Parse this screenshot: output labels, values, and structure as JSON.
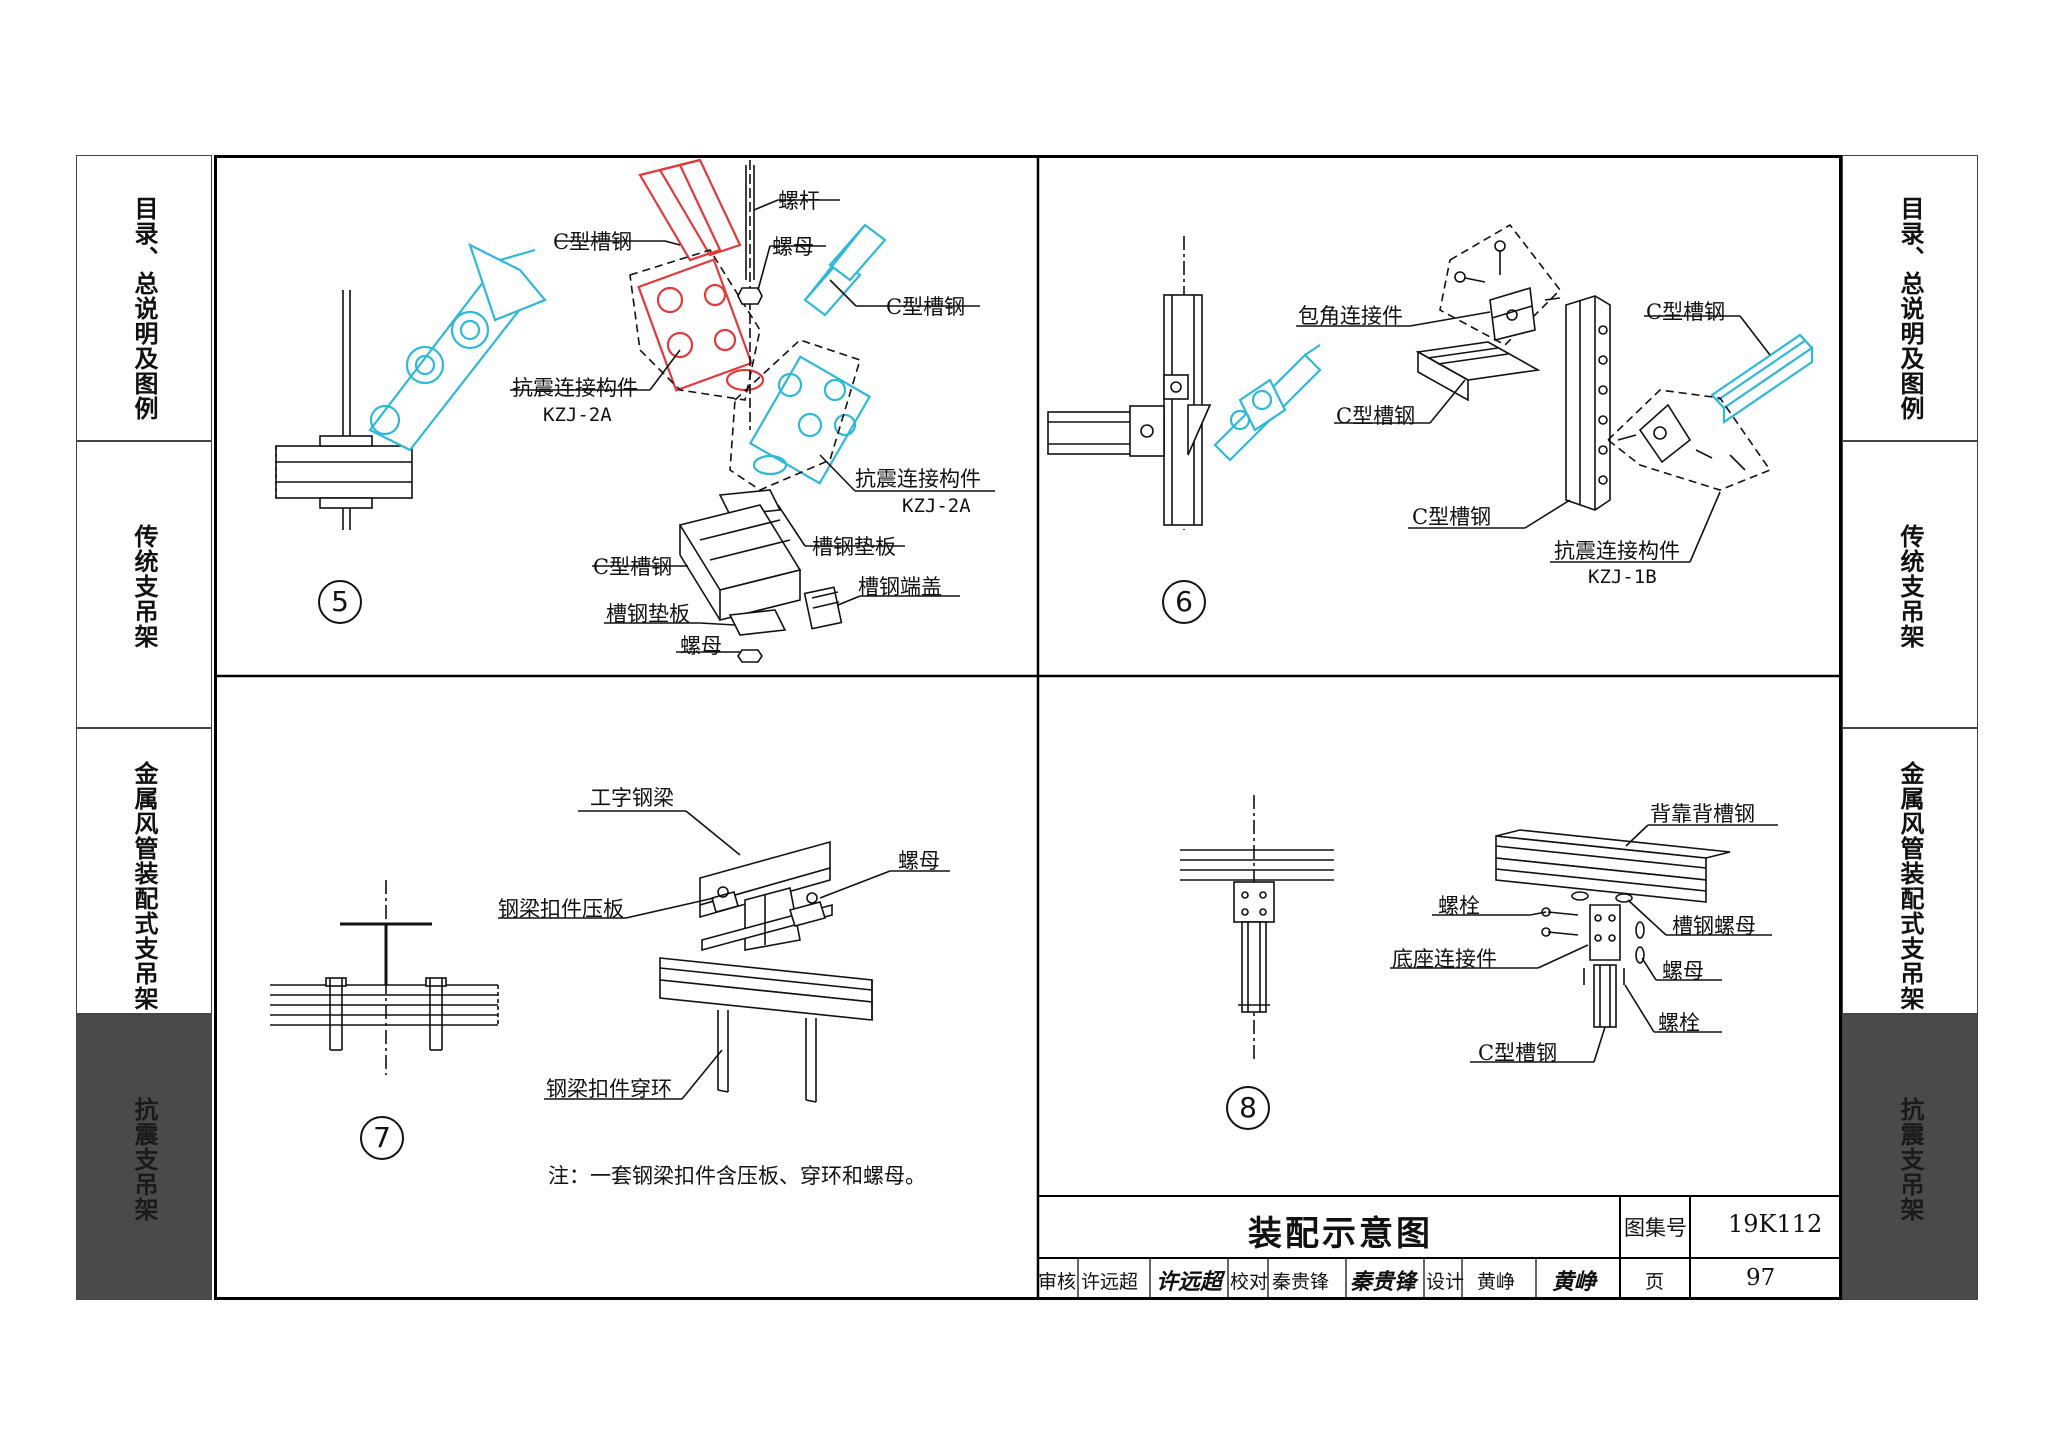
{
  "side_tabs": {
    "left": [
      {
        "label": "目录、总说明及图例",
        "active": false
      },
      {
        "label": "传统支吊架",
        "active": false
      },
      {
        "label": "金属风管装配式支吊架",
        "active": false
      },
      {
        "label": "抗震支吊架",
        "active": true
      }
    ],
    "right": [
      {
        "label": "目录、总说明及图例",
        "active": false
      },
      {
        "label": "传统支吊架",
        "active": false
      },
      {
        "label": "金属风管装配式支吊架",
        "active": false
      },
      {
        "label": "抗震支吊架",
        "active": true
      }
    ]
  },
  "colors": {
    "red_part": "#e03a3a",
    "cyan_part": "#2fb8d8",
    "tab_active": "#4a4a4a"
  },
  "panel5": {
    "number": "5",
    "labels": {
      "c_channel_top": "C型槽钢",
      "screw_rod": "螺杆",
      "nut_top": "螺母",
      "c_channel_right": "C型槽钢",
      "seismic_connector_left": "抗震连接构件",
      "kzj_left": "KZJ-2A",
      "seismic_connector_right": "抗震连接构件",
      "kzj_right": "KZJ-2A",
      "channel_pad_top": "槽钢垫板",
      "c_channel_bottom": "C型槽钢",
      "end_cap": "槽钢端盖",
      "channel_pad_bottom": "槽钢垫板",
      "nut_bottom": "螺母"
    }
  },
  "panel6": {
    "number": "6",
    "labels": {
      "corner_connector": "包角连接件",
      "c_channel_right": "C型槽钢",
      "c_channel_mid": "C型槽钢",
      "c_channel_low": "C型槽钢",
      "seismic_connector": "抗震连接构件",
      "kzj": "KZJ-1B"
    }
  },
  "panel7": {
    "number": "7",
    "labels": {
      "i_beam": "工字钢梁",
      "nut": "螺母",
      "clamp_plate": "钢梁扣件压板",
      "clamp_ring": "钢梁扣件穿环"
    },
    "note": "注：一套钢梁扣件含压板、穿环和螺母。"
  },
  "panel8": {
    "number": "8",
    "labels": {
      "back_to_back": "背靠背槽钢",
      "bolt_top": "螺栓",
      "channel_nut": "槽钢螺母",
      "base_connector": "底座连接件",
      "nut": "螺母",
      "bolt_bottom": "螺栓",
      "c_channel": "C型槽钢"
    }
  },
  "title_block": {
    "title": "装配示意图",
    "atlas_label": "图集号",
    "atlas_no": "19K112",
    "review_label": "审核",
    "reviewer": "许远超",
    "reviewer_sig": "许远超",
    "check_label": "校对",
    "checker": "秦贵锋",
    "checker_sig": "秦贵锋",
    "design_label": "设计",
    "designer": "黄峥",
    "designer_sig": "黄峥",
    "page_label": "页",
    "page_no": "97"
  }
}
